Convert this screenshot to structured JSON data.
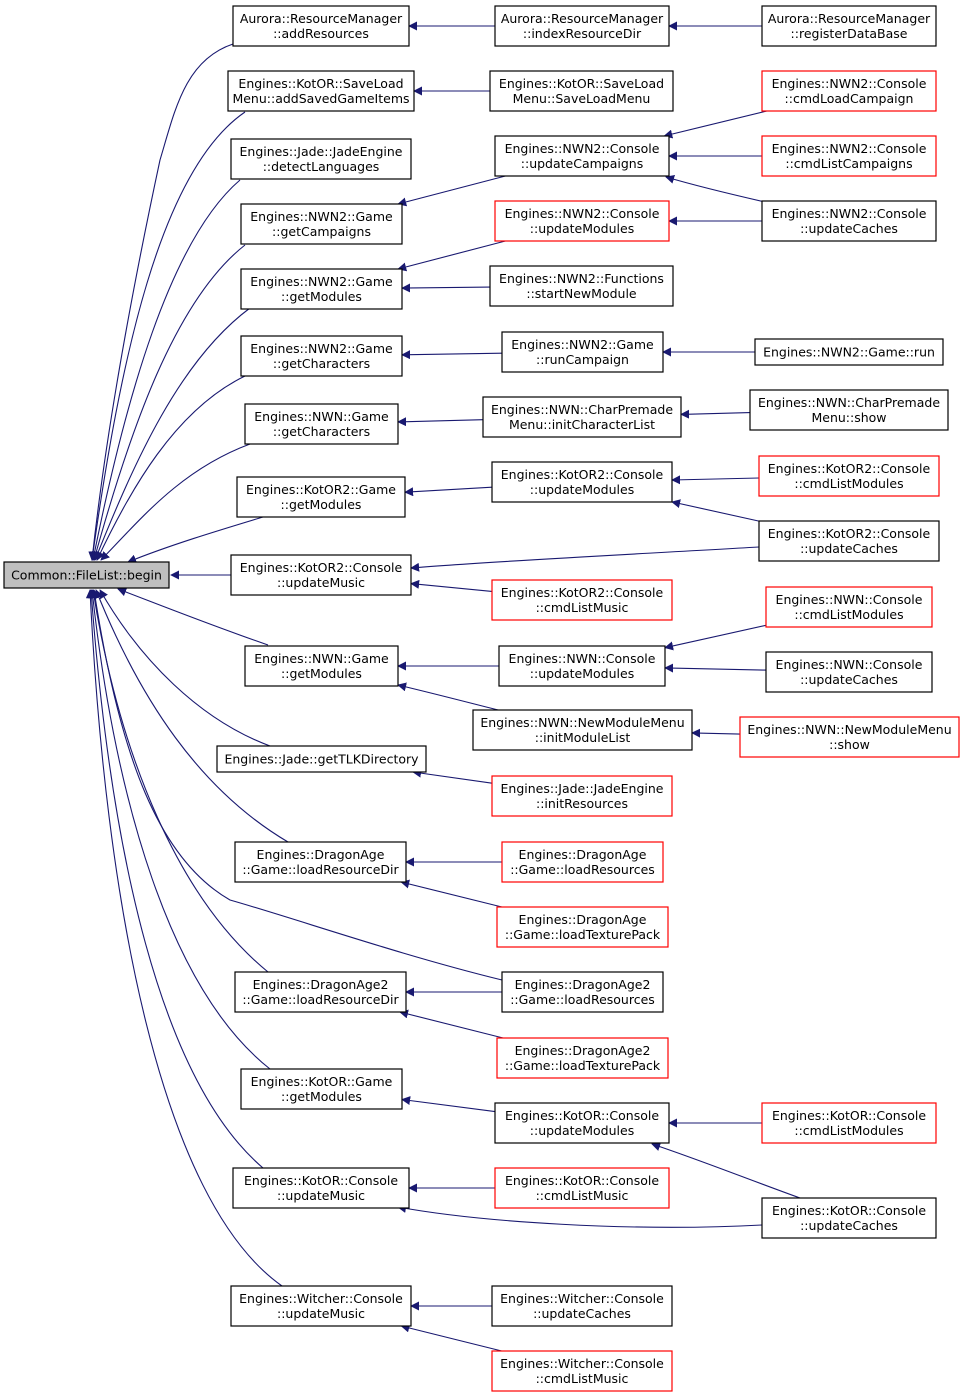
{
  "colors": {
    "edge": "#191970",
    "border_normal": "#000000",
    "border_truncated": "#ff0000",
    "root_fill": "#bfbfbf",
    "fill": "#ffffff"
  },
  "nodes": [
    {
      "id": "root",
      "lines": [
        "Common::FileList::begin"
      ],
      "style": "root"
    },
    {
      "id": "addResources",
      "lines": [
        "Aurora::ResourceManager",
        "::addResources"
      ],
      "style": "normal"
    },
    {
      "id": "indexResourceDir",
      "lines": [
        "Aurora::ResourceManager",
        "::indexResourceDir"
      ],
      "style": "normal"
    },
    {
      "id": "registerDataBase",
      "lines": [
        "Aurora::ResourceManager",
        "::registerDataBase"
      ],
      "style": "normal"
    },
    {
      "id": "addSavedGameItems",
      "lines": [
        "Engines::KotOR::SaveLoad",
        "Menu::addSavedGameItems"
      ],
      "style": "normal"
    },
    {
      "id": "SaveLoadMenu",
      "lines": [
        "Engines::KotOR::SaveLoad",
        "Menu::SaveLoadMenu"
      ],
      "style": "normal"
    },
    {
      "id": "detectLanguages",
      "lines": [
        "Engines::Jade::JadeEngine",
        "::detectLanguages"
      ],
      "style": "normal"
    },
    {
      "id": "nwn2CmdLoadCampaign",
      "lines": [
        "Engines::NWN2::Console",
        "::cmdLoadCampaign"
      ],
      "style": "truncated"
    },
    {
      "id": "nwn2UpdateCampaigns",
      "lines": [
        "Engines::NWN2::Console",
        "::updateCampaigns"
      ],
      "style": "normal"
    },
    {
      "id": "nwn2CmdListCampaigns",
      "lines": [
        "Engines::NWN2::Console",
        "::cmdListCampaigns"
      ],
      "style": "truncated"
    },
    {
      "id": "nwn2GetCampaigns",
      "lines": [
        "Engines::NWN2::Game",
        "::getCampaigns"
      ],
      "style": "normal"
    },
    {
      "id": "nwn2UpdateModules",
      "lines": [
        "Engines::NWN2::Console",
        "::updateModules"
      ],
      "style": "truncated"
    },
    {
      "id": "nwn2UpdateCaches",
      "lines": [
        "Engines::NWN2::Console",
        "::updateCaches"
      ],
      "style": "normal"
    },
    {
      "id": "nwn2GetModules",
      "lines": [
        "Engines::NWN2::Game",
        "::getModules"
      ],
      "style": "normal"
    },
    {
      "id": "nwn2StartNewModule",
      "lines": [
        "Engines::NWN2::Functions",
        "::startNewModule"
      ],
      "style": "normal"
    },
    {
      "id": "nwn2GetCharacters",
      "lines": [
        "Engines::NWN2::Game",
        "::getCharacters"
      ],
      "style": "normal"
    },
    {
      "id": "nwn2RunCampaign",
      "lines": [
        "Engines::NWN2::Game",
        "::runCampaign"
      ],
      "style": "normal"
    },
    {
      "id": "nwn2Run",
      "lines": [
        "Engines::NWN2::Game::run"
      ],
      "style": "normal"
    },
    {
      "id": "nwnGetCharacters",
      "lines": [
        "Engines::NWN::Game",
        "::getCharacters"
      ],
      "style": "normal"
    },
    {
      "id": "nwnInitCharacterList",
      "lines": [
        "Engines::NWN::CharPremade",
        "Menu::initCharacterList"
      ],
      "style": "normal"
    },
    {
      "id": "nwnCharPremadeShow",
      "lines": [
        "Engines::NWN::CharPremade",
        "Menu::show"
      ],
      "style": "normal"
    },
    {
      "id": "kotor2GetModules",
      "lines": [
        "Engines::KotOR2::Game",
        "::getModules"
      ],
      "style": "normal"
    },
    {
      "id": "kotor2UpdateModules",
      "lines": [
        "Engines::KotOR2::Console",
        "::updateModules"
      ],
      "style": "normal"
    },
    {
      "id": "kotor2CmdListModules",
      "lines": [
        "Engines::KotOR2::Console",
        "::cmdListModules"
      ],
      "style": "truncated"
    },
    {
      "id": "kotor2UpdateCaches",
      "lines": [
        "Engines::KotOR2::Console",
        "::updateCaches"
      ],
      "style": "normal"
    },
    {
      "id": "kotor2UpdateMusic",
      "lines": [
        "Engines::KotOR2::Console",
        "::updateMusic"
      ],
      "style": "normal"
    },
    {
      "id": "kotor2CmdListMusic",
      "lines": [
        "Engines::KotOR2::Console",
        "::cmdListMusic"
      ],
      "style": "truncated"
    },
    {
      "id": "nwnCmdListModules",
      "lines": [
        "Engines::NWN::Console",
        "::cmdListModules"
      ],
      "style": "truncated"
    },
    {
      "id": "nwnGetModules",
      "lines": [
        "Engines::NWN::Game",
        "::getModules"
      ],
      "style": "normal"
    },
    {
      "id": "nwnUpdateModules",
      "lines": [
        "Engines::NWN::Console",
        "::updateModules"
      ],
      "style": "normal"
    },
    {
      "id": "nwnUpdateCaches",
      "lines": [
        "Engines::NWN::Console",
        "::updateCaches"
      ],
      "style": "normal"
    },
    {
      "id": "nwnInitModuleList",
      "lines": [
        "Engines::NWN::NewModuleMenu",
        "::initModuleList"
      ],
      "style": "normal"
    },
    {
      "id": "nwnNewModuleMenuShow",
      "lines": [
        "Engines::NWN::NewModuleMenu",
        "::show"
      ],
      "style": "truncated"
    },
    {
      "id": "jadeGetTLKDirectory",
      "lines": [
        "Engines::Jade::getTLKDirectory"
      ],
      "style": "normal"
    },
    {
      "id": "jadeInitResources",
      "lines": [
        "Engines::Jade::JadeEngine",
        "::initResources"
      ],
      "style": "truncated"
    },
    {
      "id": "daLoadResourceDir",
      "lines": [
        "Engines::DragonAge",
        "::Game::loadResourceDir"
      ],
      "style": "normal"
    },
    {
      "id": "daLoadResources",
      "lines": [
        "Engines::DragonAge",
        "::Game::loadResources"
      ],
      "style": "truncated"
    },
    {
      "id": "daLoadTexturePack",
      "lines": [
        "Engines::DragonAge",
        "::Game::loadTexturePack"
      ],
      "style": "truncated"
    },
    {
      "id": "da2LoadResourceDir",
      "lines": [
        "Engines::DragonAge2",
        "::Game::loadResourceDir"
      ],
      "style": "normal"
    },
    {
      "id": "da2LoadResources",
      "lines": [
        "Engines::DragonAge2",
        "::Game::loadResources"
      ],
      "style": "normal"
    },
    {
      "id": "da2LoadTexturePack",
      "lines": [
        "Engines::DragonAge2",
        "::Game::loadTexturePack"
      ],
      "style": "truncated"
    },
    {
      "id": "kotorGetModules",
      "lines": [
        "Engines::KotOR::Game",
        "::getModules"
      ],
      "style": "normal"
    },
    {
      "id": "kotorUpdateModules",
      "lines": [
        "Engines::KotOR::Console",
        "::updateModules"
      ],
      "style": "normal"
    },
    {
      "id": "kotorCmdListModules",
      "lines": [
        "Engines::KotOR::Console",
        "::cmdListModules"
      ],
      "style": "truncated"
    },
    {
      "id": "kotorUpdateMusic",
      "lines": [
        "Engines::KotOR::Console",
        "::updateMusic"
      ],
      "style": "normal"
    },
    {
      "id": "kotorCmdListMusic",
      "lines": [
        "Engines::KotOR::Console",
        "::cmdListMusic"
      ],
      "style": "truncated"
    },
    {
      "id": "kotorUpdateCaches",
      "lines": [
        "Engines::KotOR::Console",
        "::updateCaches"
      ],
      "style": "normal"
    },
    {
      "id": "witcherUpdateMusic",
      "lines": [
        "Engines::Witcher::Console",
        "::updateMusic"
      ],
      "style": "normal"
    },
    {
      "id": "witcherUpdateCaches",
      "lines": [
        "Engines::Witcher::Console",
        "::updateCaches"
      ],
      "style": "normal"
    },
    {
      "id": "witcherCmdListMusic",
      "lines": [
        "Engines::Witcher::Console",
        "::cmdListMusic"
      ],
      "style": "truncated"
    }
  ],
  "edges": [
    {
      "from": "addResources",
      "to": "root"
    },
    {
      "from": "indexResourceDir",
      "to": "addResources"
    },
    {
      "from": "registerDataBase",
      "to": "indexResourceDir"
    },
    {
      "from": "addSavedGameItems",
      "to": "root"
    },
    {
      "from": "SaveLoadMenu",
      "to": "addSavedGameItems"
    },
    {
      "from": "detectLanguages",
      "to": "root"
    },
    {
      "from": "nwn2GetCampaigns",
      "to": "root"
    },
    {
      "from": "nwn2UpdateCampaigns",
      "to": "nwn2GetCampaigns"
    },
    {
      "from": "nwn2CmdLoadCampaign",
      "to": "nwn2UpdateCampaigns"
    },
    {
      "from": "nwn2CmdListCampaigns",
      "to": "nwn2UpdateCampaigns"
    },
    {
      "from": "nwn2UpdateCaches",
      "to": "nwn2UpdateCampaigns"
    },
    {
      "from": "nwn2GetModules",
      "to": "root"
    },
    {
      "from": "nwn2UpdateModules",
      "to": "nwn2GetModules"
    },
    {
      "from": "nwn2UpdateCaches",
      "to": "nwn2UpdateModules"
    },
    {
      "from": "nwn2StartNewModule",
      "to": "nwn2GetModules"
    },
    {
      "from": "nwn2GetCharacters",
      "to": "root"
    },
    {
      "from": "nwn2RunCampaign",
      "to": "nwn2GetCharacters"
    },
    {
      "from": "nwn2Run",
      "to": "nwn2RunCampaign"
    },
    {
      "from": "nwnGetCharacters",
      "to": "root"
    },
    {
      "from": "nwnInitCharacterList",
      "to": "nwnGetCharacters"
    },
    {
      "from": "nwnCharPremadeShow",
      "to": "nwnInitCharacterList"
    },
    {
      "from": "kotor2GetModules",
      "to": "root"
    },
    {
      "from": "kotor2UpdateModules",
      "to": "kotor2GetModules"
    },
    {
      "from": "kotor2CmdListModules",
      "to": "kotor2UpdateModules"
    },
    {
      "from": "kotor2UpdateCaches",
      "to": "kotor2UpdateModules"
    },
    {
      "from": "kotor2UpdateMusic",
      "to": "root"
    },
    {
      "from": "kotor2UpdateCaches",
      "to": "kotor2UpdateMusic"
    },
    {
      "from": "kotor2CmdListMusic",
      "to": "kotor2UpdateMusic"
    },
    {
      "from": "nwnGetModules",
      "to": "root"
    },
    {
      "from": "nwnUpdateModules",
      "to": "nwnGetModules"
    },
    {
      "from": "nwnCmdListModules",
      "to": "nwnUpdateModules"
    },
    {
      "from": "nwnUpdateCaches",
      "to": "nwnUpdateModules"
    },
    {
      "from": "nwnInitModuleList",
      "to": "nwnGetModules"
    },
    {
      "from": "nwnNewModuleMenuShow",
      "to": "nwnInitModuleList"
    },
    {
      "from": "jadeGetTLKDirectory",
      "to": "root"
    },
    {
      "from": "jadeInitResources",
      "to": "jadeGetTLKDirectory"
    },
    {
      "from": "daLoadResourceDir",
      "to": "root"
    },
    {
      "from": "daLoadResources",
      "to": "daLoadResourceDir"
    },
    {
      "from": "daLoadTexturePack",
      "to": "daLoadResourceDir"
    },
    {
      "from": "da2LoadResources",
      "to": "root"
    },
    {
      "from": "da2LoadResourceDir",
      "to": "root"
    },
    {
      "from": "da2LoadResources",
      "to": "da2LoadResourceDir"
    },
    {
      "from": "da2LoadTexturePack",
      "to": "da2LoadResourceDir"
    },
    {
      "from": "kotorGetModules",
      "to": "root"
    },
    {
      "from": "kotorUpdateModules",
      "to": "kotorGetModules"
    },
    {
      "from": "kotorCmdListModules",
      "to": "kotorUpdateModules"
    },
    {
      "from": "kotorUpdateCaches",
      "to": "kotorUpdateModules"
    },
    {
      "from": "kotorUpdateMusic",
      "to": "root"
    },
    {
      "from": "kotorCmdListMusic",
      "to": "kotorUpdateMusic"
    },
    {
      "from": "kotorUpdateCaches",
      "to": "kotorUpdateMusic"
    },
    {
      "from": "witcherUpdateMusic",
      "to": "root"
    },
    {
      "from": "witcherUpdateCaches",
      "to": "witcherUpdateMusic"
    },
    {
      "from": "witcherCmdListMusic",
      "to": "witcherUpdateMusic"
    }
  ]
}
